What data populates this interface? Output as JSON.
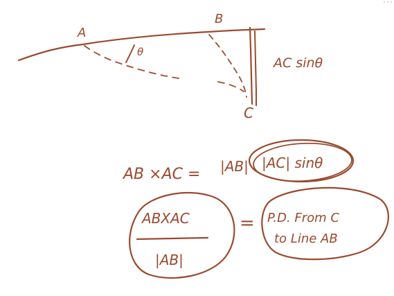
{
  "ink_color": "#9a4a2e",
  "background_color": "#ffffff",
  "figure": {
    "point_a": "A",
    "point_b": "B",
    "point_c": "C",
    "angle": "θ",
    "height_label": "AC sinθ"
  },
  "equations": {
    "cross_lhs": "AB ×AC  =",
    "cross_mag_ab": "|AB|",
    "cross_mag_ac_sin": "|AC| sinθ",
    "fraction_numerator": "ABXAC",
    "fraction_denominator": "|AB|",
    "equals": "=",
    "result_line1": "P.D. From C",
    "result_line2": "to Line AB"
  }
}
